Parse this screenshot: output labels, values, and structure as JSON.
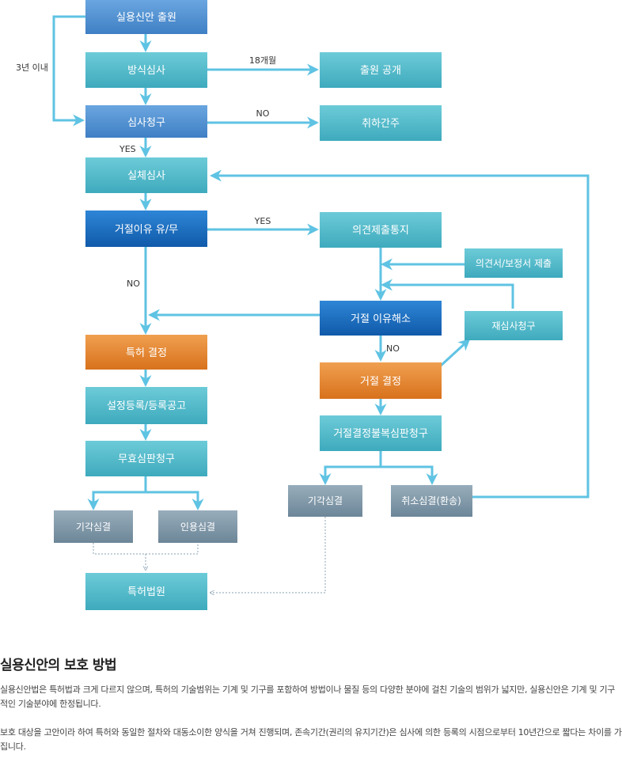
{
  "boxes": {
    "filing": "실용신안 출원",
    "formality": "방식심사",
    "publication": "출원 공개",
    "request": "심사청구",
    "withdrawn": "취하간주",
    "substantive": "실체심사",
    "rejection_reason": "거절이유 유/무",
    "opinion_notice": "의견제출통지",
    "submit_opinion": "의견서/보정서 제출",
    "resolve": "거절 이유해소",
    "reexam": "재심사청구",
    "grant": "특허 결정",
    "reject": "거절 결정",
    "register": "설정등록/등록공고",
    "appeal_reject": "거절결정불복심판청구",
    "invalid_trial": "무효심판청구",
    "dismiss_right": "기각심결",
    "cancel": "취소심결(환송)",
    "dismiss_left": "기각심결",
    "accept": "인용심결",
    "court": "특허법원"
  },
  "labels": {
    "three_years": "3년 이내",
    "eighteen_months": "18개월",
    "no1": "NO",
    "yes1": "YES",
    "yes2": "YES",
    "no2": "NO",
    "no3": "NO"
  },
  "section": {
    "title": "실용신안의 보호 방법",
    "para1": "실용신안법은 특허법과 크게 다르지 않으며, 특허의 기술범위는 기계 및 기구를 포함하여 방법이나 물질 등의 다양한 분야에 걸친 기술의 범위가 넓지만, 실용신안은 기계 및 기구적인 기술분야에 한정됩니다.",
    "para2": "보호 대상을 고안이라 하여 특허와 동일한 절차와 대동소이한 양식을 거쳐 진행되며, 존속기간(권리의 유지기간)은 심사에 의한 등록의 시점으로부터 10년간으로 짧다는 차이를 가집니다."
  },
  "colors": {
    "blue": "#4d8fd1",
    "teal": "#4db8c9",
    "navy": "#1f6fc0",
    "orange": "#e0812c",
    "gray": "#7e97a8",
    "line": "#5fc3e3"
  }
}
